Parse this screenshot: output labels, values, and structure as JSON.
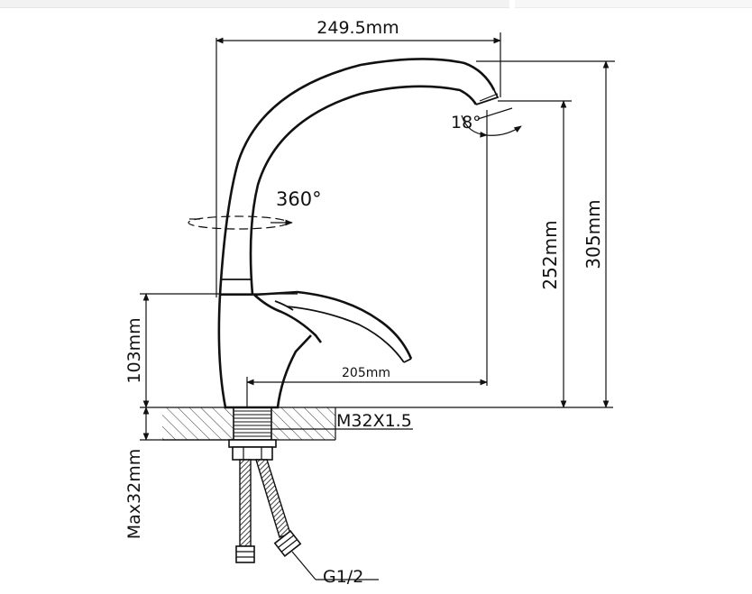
{
  "drawing": {
    "dim_width": "249.5mm",
    "dim_height_total": "305mm",
    "dim_height_spout": "252mm",
    "dim_reach": "205mm",
    "dim_body_height": "103mm",
    "dim_max_mount": "Max32mm",
    "angle_tilt": "18°",
    "angle_rotation": "360°",
    "thread": "M32X1.5",
    "hose_thread": "G1/2"
  },
  "colors": {
    "line": "#111111",
    "background": "#ffffff"
  }
}
